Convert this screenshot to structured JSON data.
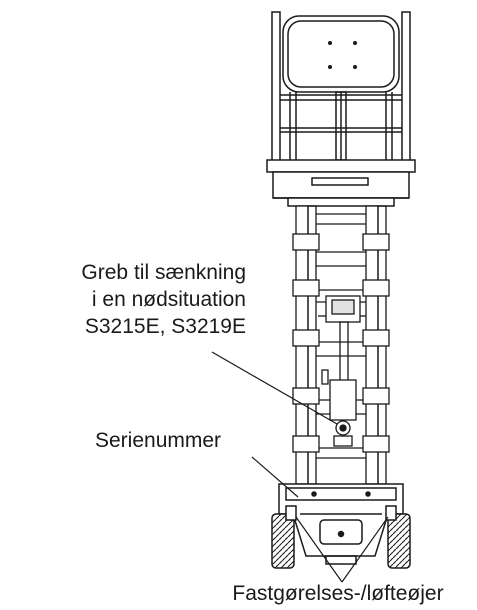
{
  "labels": {
    "emergency_lowering": {
      "lines": [
        "Greb til sænkning",
        "i en nødsituation",
        "S3215E, S3219E"
      ]
    },
    "serial_number": "Serienummer",
    "tie_down_lift_points": "Fastgørelses-/løfteøjer"
  },
  "colors": {
    "line": "#1a1a1a",
    "background": "#ffffff",
    "fill_light": "#f4f4f4",
    "fill_mid": "#e2e2e2",
    "fill_dark": "#333333"
  }
}
